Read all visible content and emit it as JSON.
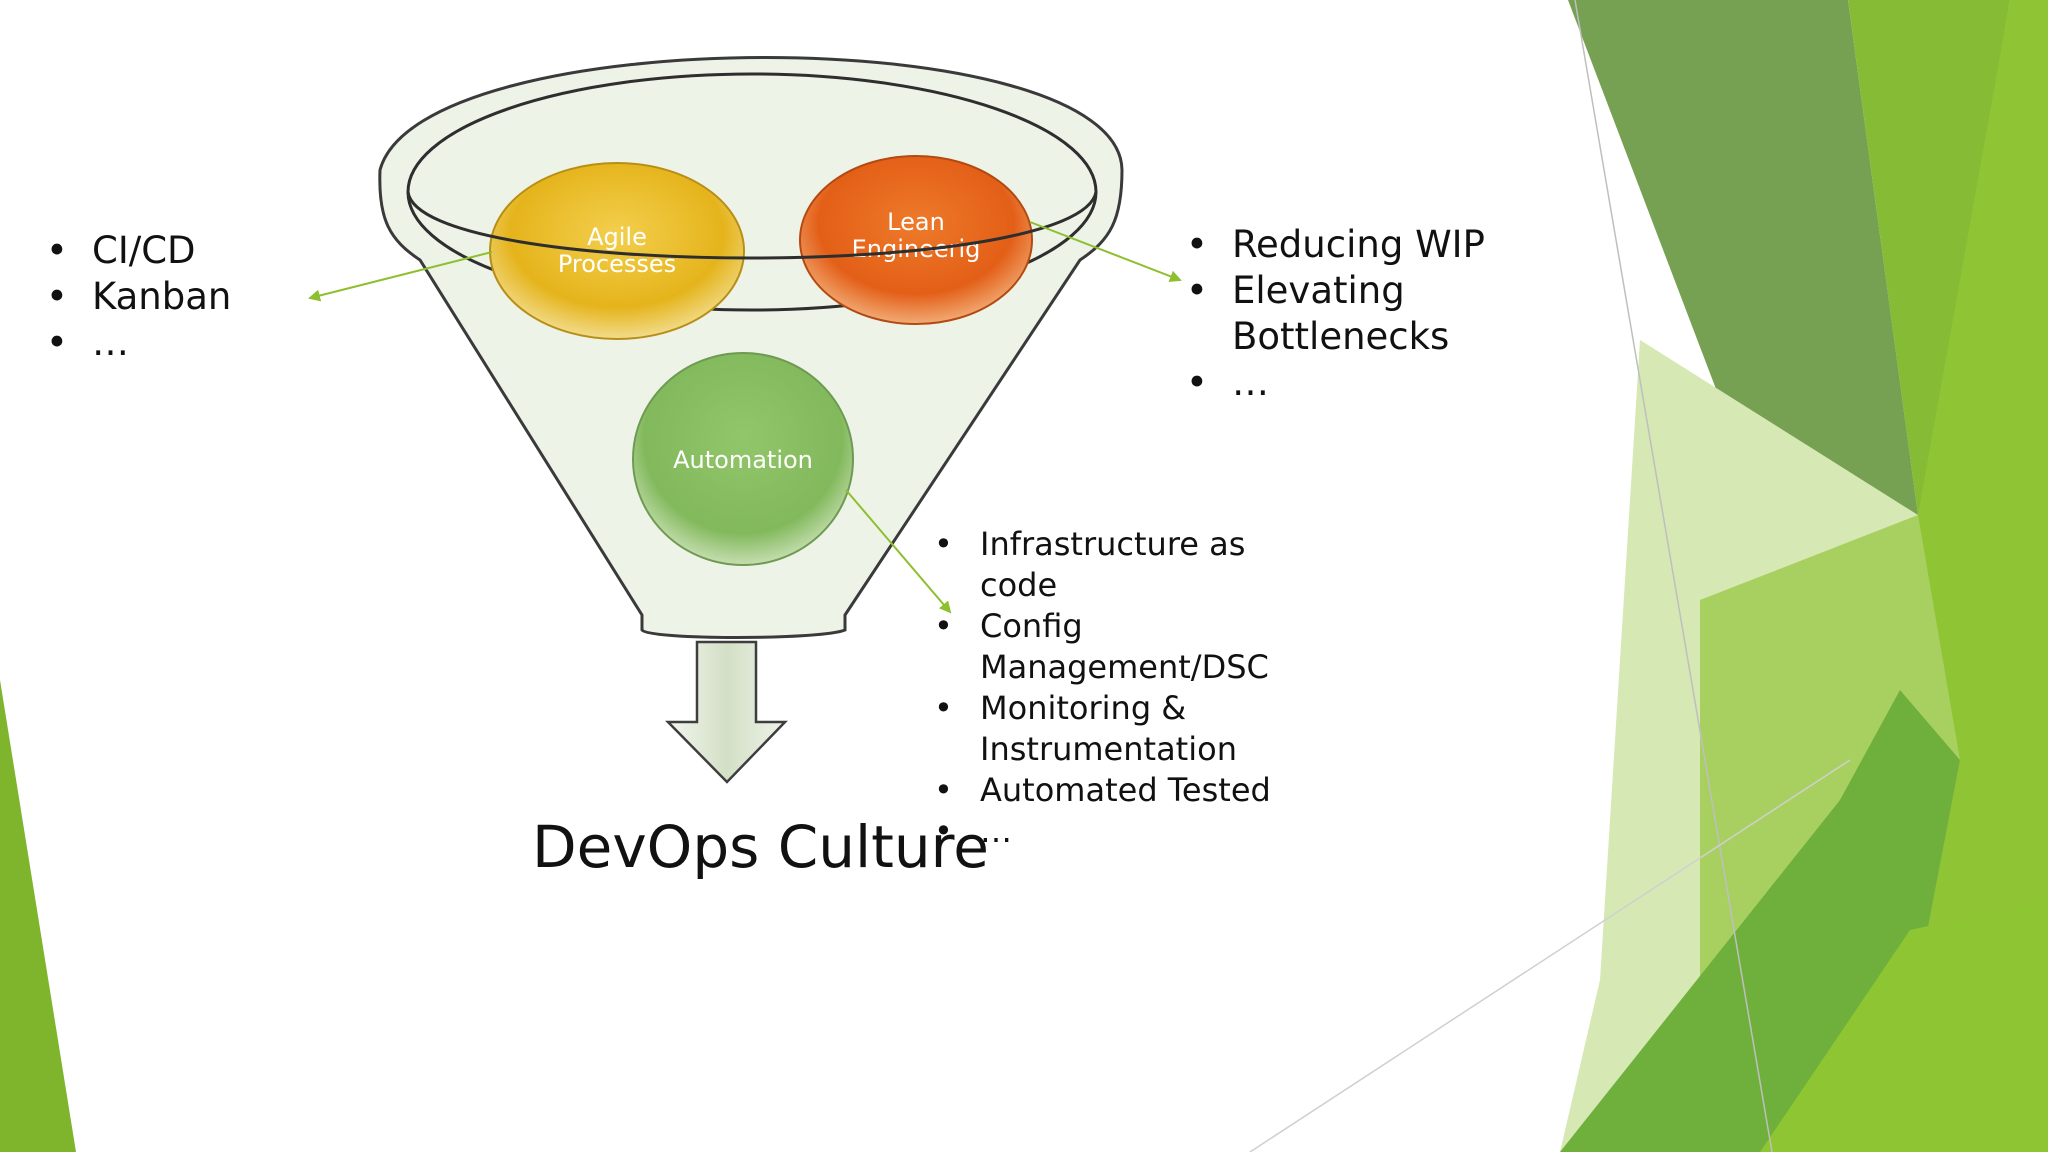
{
  "funnel": {
    "agile_label": [
      "Agile",
      "Processes"
    ],
    "lean_label": [
      "Lean",
      "Engineerig"
    ],
    "automation_label": "Automation"
  },
  "title": "DevOps Culture",
  "left_list": [
    "CI/CD",
    "Kanban",
    "…"
  ],
  "right_list": [
    "Reducing WIP",
    "Elevating Bottlenecks",
    "…"
  ],
  "bottom_list": [
    "Infrastructure as code",
    "Config Management/DSC",
    "Monitoring & Instrumentation",
    "Automated Tested",
    "…"
  ],
  "colors": {
    "accent_green": "#8dbf2f",
    "agile": "#e7b61f",
    "lean": "#e8621a",
    "automation": "#86bd60",
    "funnel_fill": "#eef3e8",
    "arrow_fill": "#d9e4cf"
  }
}
